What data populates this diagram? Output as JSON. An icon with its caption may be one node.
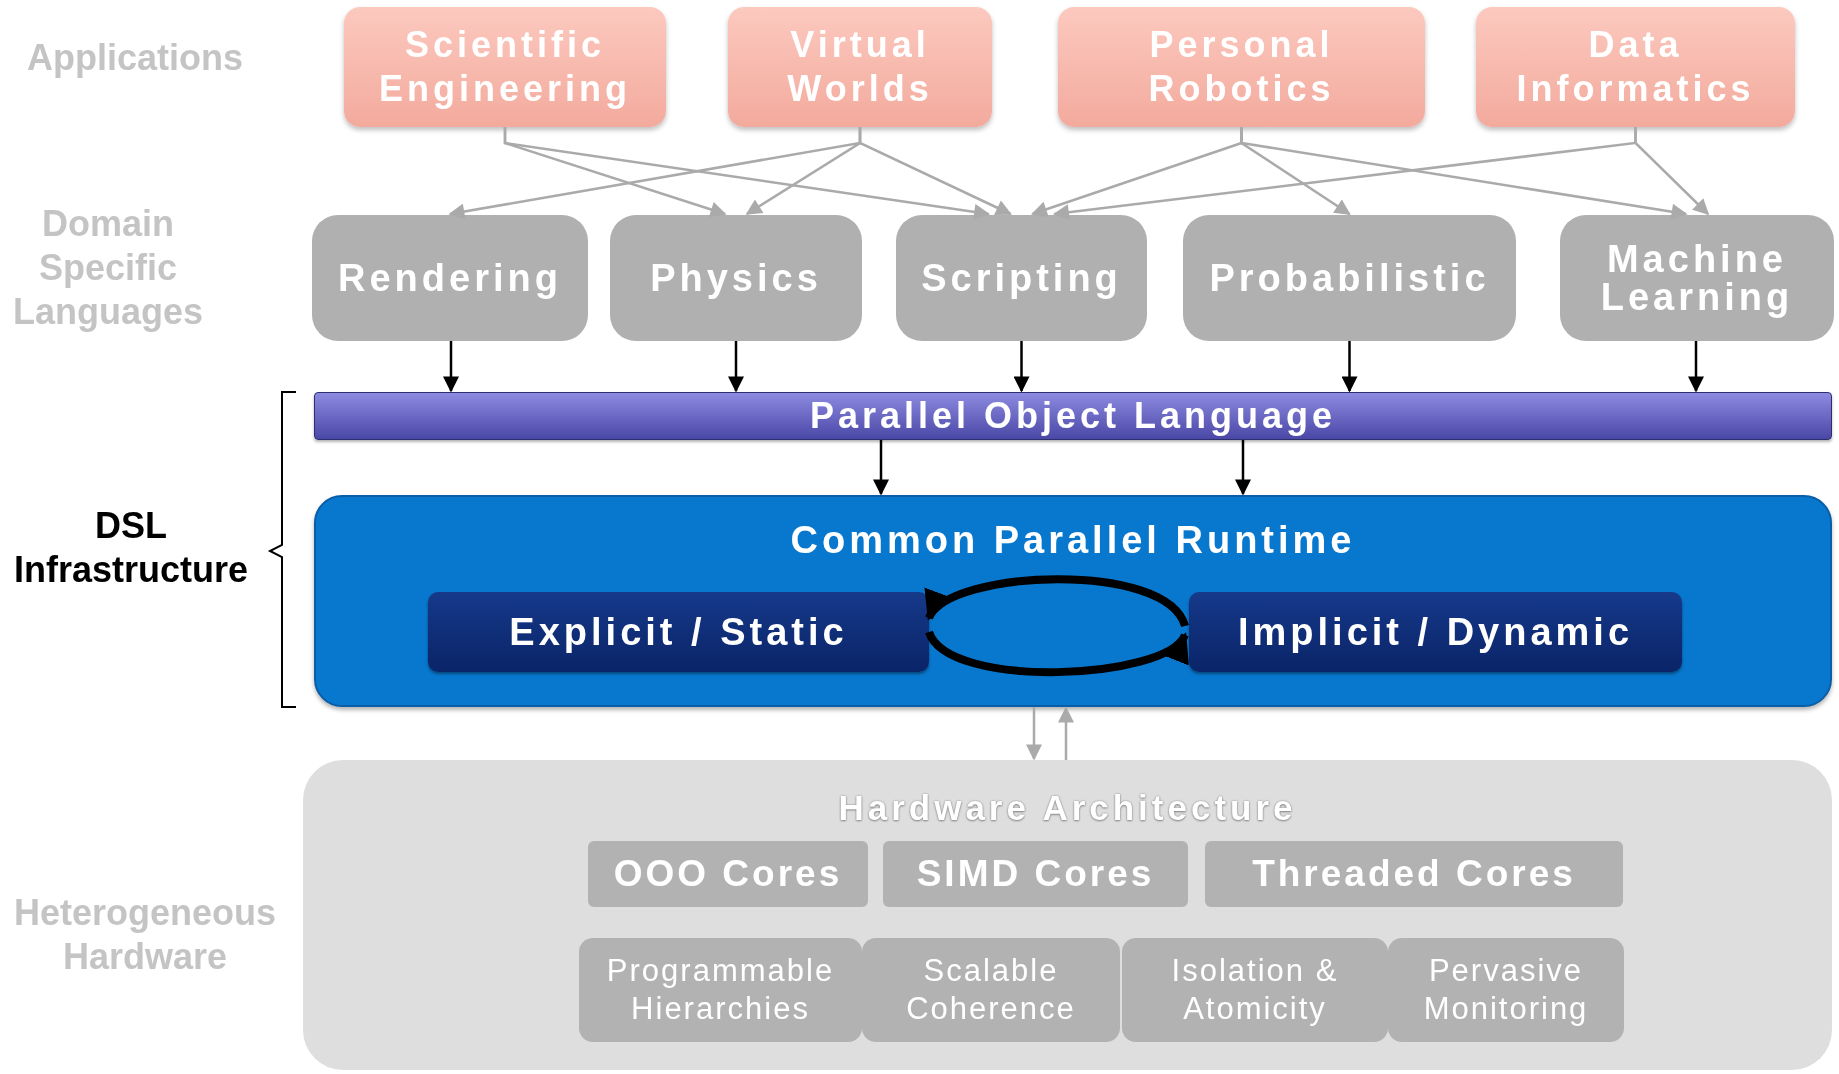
{
  "diagram": {
    "nodes": [
      {
        "text": [
          "Scientific Engineering"
        ]
      },
      {
        "text": [
          "Virtual Worlds"
        ]
      },
      {
        "text": [
          "Personal Robotics"
        ]
      },
      {
        "text": [
          "Data Informatics"
        ]
      },
      {
        "text": [
          "Rendering"
        ]
      },
      {
        "text": [
          "Physics"
        ]
      },
      {
        "text": [
          "Scripting"
        ]
      },
      {
        "text": [
          "Probabilistic"
        ]
      },
      {
        "text": [
          "Machine Learning"
        ]
      },
      {
        "text": [
          "Parallel Object Language"
        ]
      },
      {
        "text": [
          "Common Parallel Runtime"
        ]
      },
      {
        "text": [
          "Explicit /  Static"
        ],
        "in": 10
      },
      {
        "text": [
          "Implicit /  Dynamic"
        ],
        "in": 10
      },
      {
        "text": [
          "Hardware Architecture"
        ]
      },
      {
        "text": [
          "OOO Cores"
        ],
        "in": 13
      },
      {
        "text": [
          "SIMD Cores"
        ],
        "in": 13
      },
      {
        "text": [
          "Threaded Cores"
        ],
        "in": 13
      },
      {
        "text": [
          "Programmable Hierarchies"
        ],
        "in": 13
      },
      {
        "text": [
          "Scalable Coherence"
        ],
        "in": 13
      },
      {
        "text": [
          "Isolation & Atomicity"
        ],
        "in": 13
      },
      {
        "text": [
          "Pervasive Monitoring"
        ],
        "in": 13
      }
    ],
    "edges": [
      {
        "from": 0,
        "to": 5,
        "arrow": "to"
      },
      {
        "from": 0,
        "to": 6,
        "arrow": "to"
      },
      {
        "from": 1,
        "to": 4,
        "arrow": "to"
      },
      {
        "from": 1,
        "to": 5,
        "arrow": "to"
      },
      {
        "from": 1,
        "to": 6,
        "arrow": "to"
      },
      {
        "from": 2,
        "to": 6,
        "arrow": "to"
      },
      {
        "from": 2,
        "to": 7,
        "arrow": "to"
      },
      {
        "from": 2,
        "to": 8,
        "arrow": "to"
      },
      {
        "from": 3,
        "to": 6,
        "arrow": "to"
      },
      {
        "from": 3,
        "to": 8,
        "arrow": "to"
      },
      {
        "from": 4,
        "to": 9,
        "arrow": "to",
        "color": "#000000"
      },
      {
        "from": 5,
        "to": 9,
        "arrow": "to",
        "color": "#000000"
      },
      {
        "from": 6,
        "to": 9,
        "arrow": "to",
        "color": "#000000"
      },
      {
        "from": 7,
        "to": 9,
        "arrow": "to",
        "color": "#000000"
      },
      {
        "from": 8,
        "to": 9,
        "arrow": "to",
        "color": "#000000"
      },
      {
        "from": 9,
        "to": 10,
        "arrow": "to",
        "color": "#000000"
      },
      {
        "from": 9,
        "to": 10,
        "arrow": "to",
        "color": "#000000"
      },
      {
        "from": 12,
        "to": 11,
        "arrow": "to",
        "style": "thick",
        "color": "#000000"
      },
      {
        "from": 11,
        "to": 12,
        "arrow": "to",
        "style": "thick",
        "color": "#000000"
      },
      {
        "from": 10,
        "to": 13,
        "arrow": "to"
      },
      {
        "from": 13,
        "to": 10,
        "arrow": "to"
      }
    ],
    "labels": [
      "Applications",
      "Domain Specific Languages",
      "DSL Infrastructure",
      "Heterogeneous Hardware"
    ]
  }
}
